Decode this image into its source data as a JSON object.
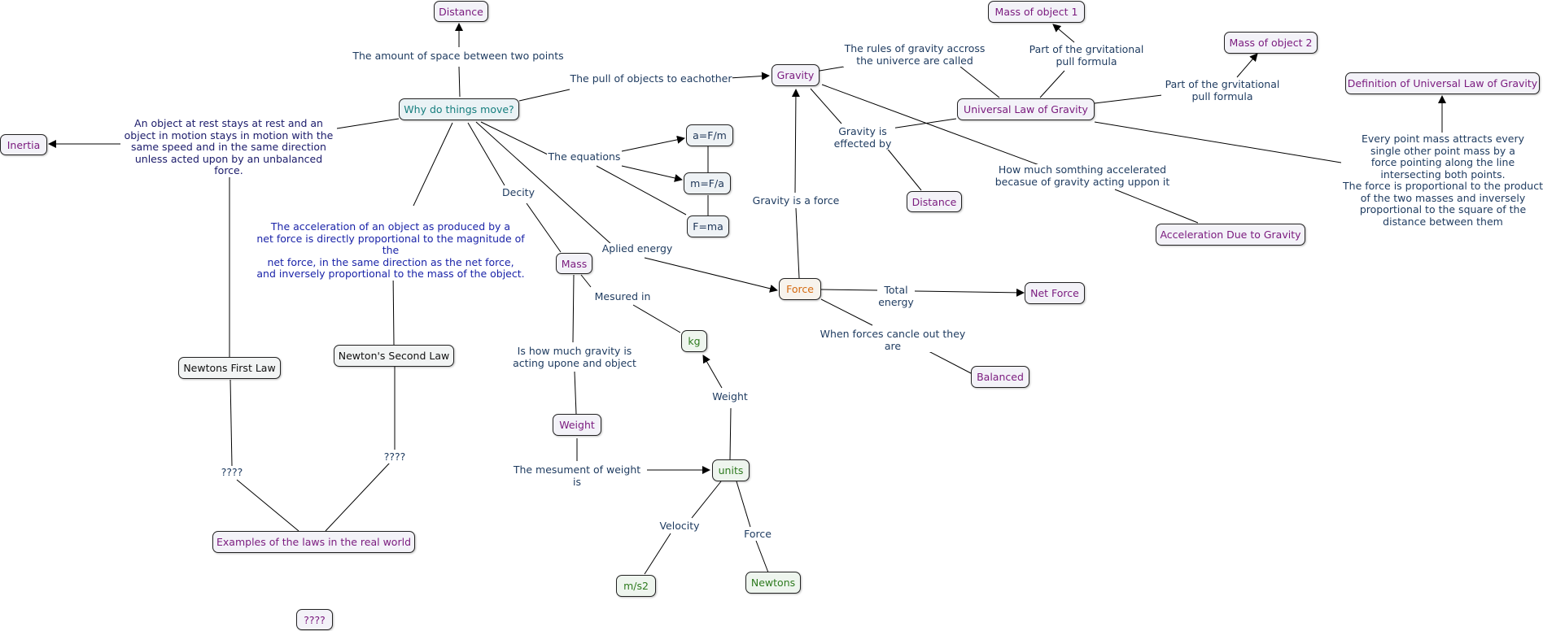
{
  "concepts": {
    "distance_top": "Distance",
    "mass_object_1": "Mass of object 1",
    "mass_object_2": "Mass of object 2",
    "definition_ulog": "Definition of Universal Law of Gravity",
    "why_move": "Why do things move?",
    "gravity": "Gravity",
    "universal_law": "Universal Law of Gravity",
    "inertia": "Inertia",
    "a_eq": "a=F/m",
    "m_eq": "m=F/a",
    "f_eq": "F=ma",
    "distance_mid": "Distance",
    "acceleration_gravity": "Acceleration Due to Gravity",
    "mass": "Mass",
    "force": "Force",
    "net_force": "Net Force",
    "kg": "kg",
    "balanced": "Balanced",
    "newtons_first": "Newtons First Law",
    "newtons_second": "Newton's Second Law",
    "weight": "Weight",
    "units": "units",
    "examples": "Examples of the laws in the real world",
    "ms2": "m/s2",
    "newtons": "Newtons",
    "unknown": "????"
  },
  "links": {
    "space_between": "The amount of space between two points",
    "pull_objects": "The pull of objects to eachother",
    "rules_gravity": "The rules of gravity accross\nthe univerce are called",
    "part_formula_1": "Part of the grvitational\npull formula",
    "part_formula_2": "Part of the grvitational\npull formula",
    "first_law_text": "An object at rest stays at rest and an\nobject in motion stays in motion with the\nsame speed and in the same direction\nunless acted upon by an unbalanced force.",
    "equations": "The equations",
    "gravity_effected": "Gravity is\neffected by",
    "how_much_accel": "How much somthing accelerated\nbecasue of gravity acting uppon it",
    "definition_text": "Every point mass attracts every\nsingle other point mass by a\nforce pointing along the line\nintersecting both points.\nThe force is proportional to the product\nof the two masses and inversely\nproportional to the square of the\ndistance between them",
    "decity": "Decity",
    "gravity_is_force": "Gravity is a force",
    "second_law_text": "The acceleration of an object as produced by a\nnet force is directly proportional to the magnitude of the\nnet force, in the same direction as the net force,\nand inversely proportional to the mass of the object.",
    "aplied_energy": "Aplied energy",
    "total_energy": "Total energy",
    "mesured_in": "Mesured in",
    "forces_cancel": "When forces cancle out they are",
    "how_much_gravity": "Is how much gravity is\nacting upone and object",
    "weight_link": "Weight",
    "mesument_weight": "The mesument of weight is",
    "q_first": "????",
    "q_second": "????",
    "velocity": "Velocity",
    "force_link": "Force"
  }
}
